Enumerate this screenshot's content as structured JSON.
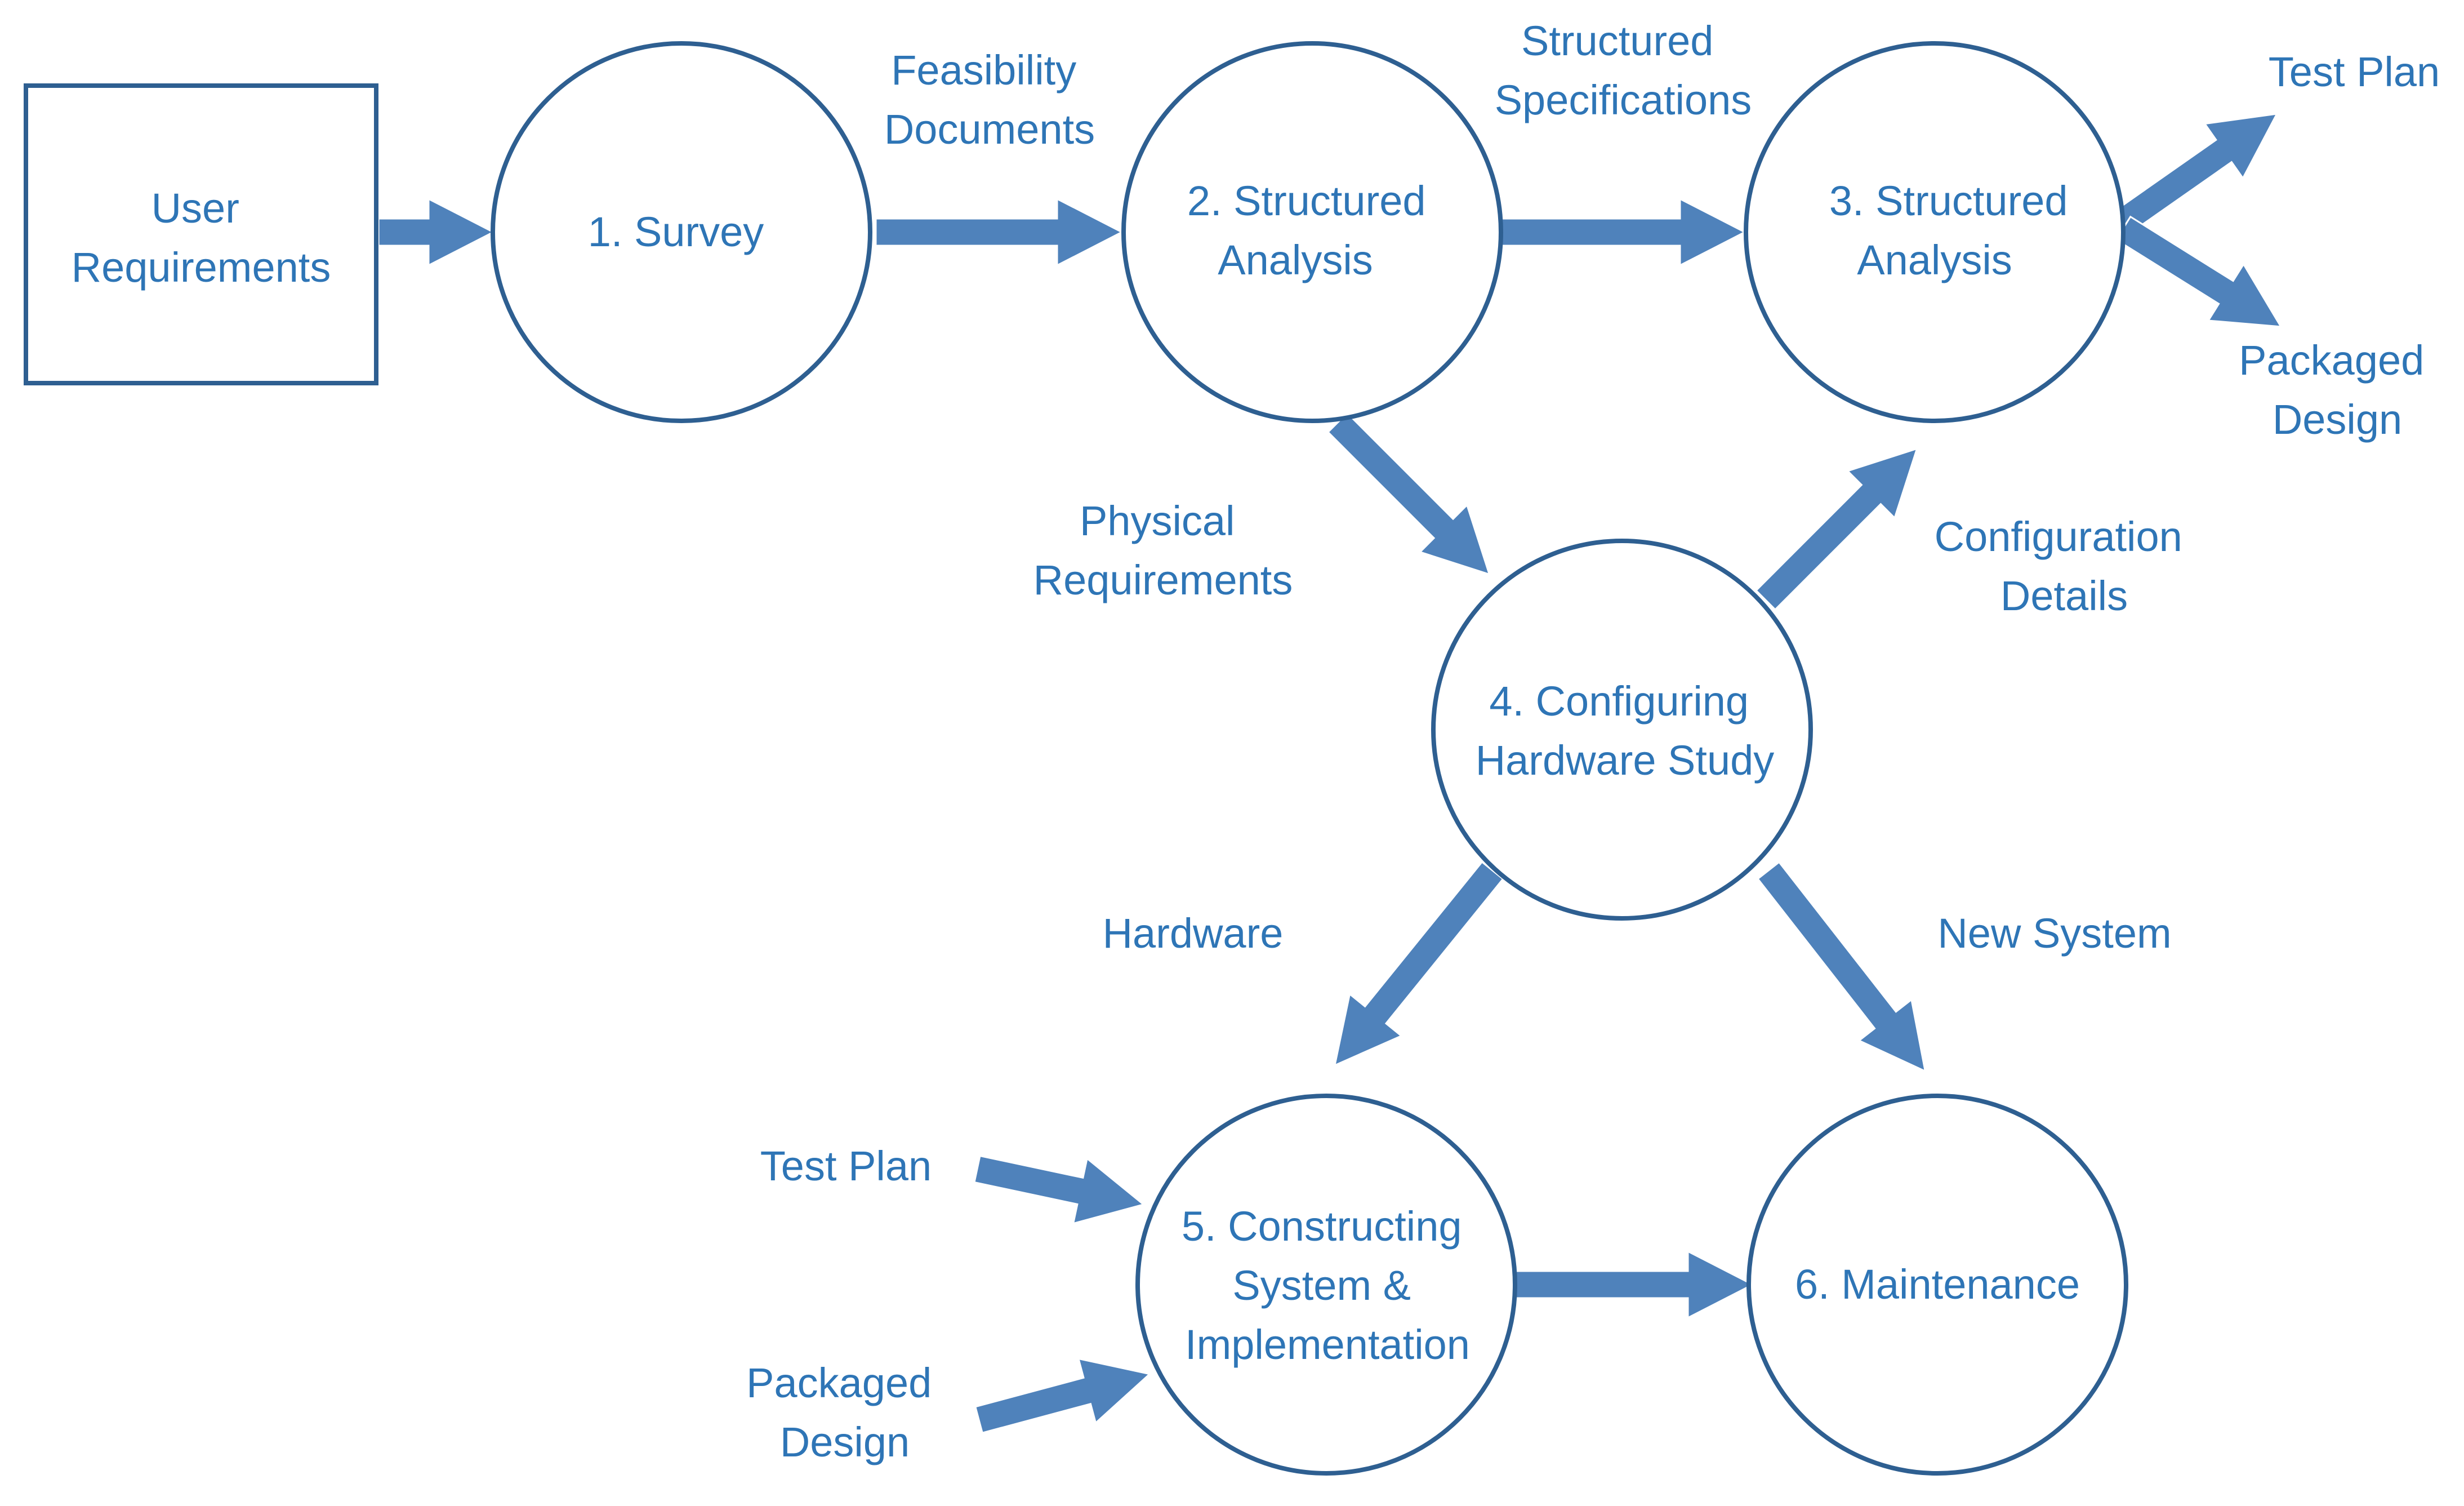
{
  "nodes": {
    "user_requirements": [
      "User",
      "Requirements"
    ],
    "survey": [
      "1. Survey"
    ],
    "structured_analysis_2": [
      "2. Structured",
      "Analysis"
    ],
    "structured_analysis_3": [
      "3. Structured",
      "Analysis"
    ],
    "configuring_hardware": [
      "4. Configuring",
      "Hardware Study"
    ],
    "constructing_system": [
      "5. Constructing",
      "System &",
      "Implementation"
    ],
    "maintenance": [
      "6. Maintenance"
    ]
  },
  "flows": {
    "feasibility_documents": [
      "Feasibility",
      "Documents"
    ],
    "structured_specifications": [
      "Structured",
      "Specifications"
    ],
    "test_plan_out": [
      "Test Plan"
    ],
    "packaged_design_out": [
      "Packaged",
      "Design"
    ],
    "physical_requirements": [
      "Physical",
      "Requirements"
    ],
    "configuration_details": [
      "Configuration",
      "Details"
    ],
    "hardware": [
      "Hardware"
    ],
    "new_system": [
      "New System"
    ],
    "test_plan_in": [
      "Test Plan"
    ],
    "packaged_design_in": [
      "Packaged",
      "Design"
    ]
  },
  "colors": {
    "arrow": "#4f82bb",
    "outline": "#2e5f91",
    "text": "#2e75b6"
  }
}
